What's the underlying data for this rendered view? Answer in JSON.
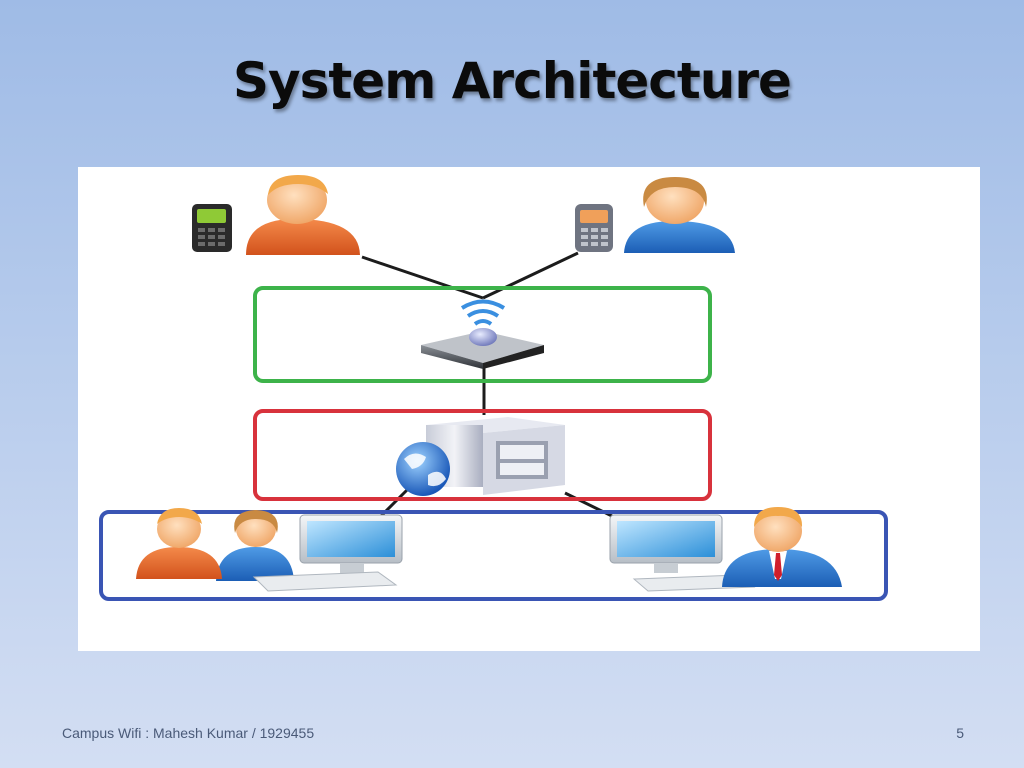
{
  "slide": {
    "title": "System Architecture",
    "footer": "Campus Wifi : Mahesh Kumar / 1929455",
    "page_number": "5"
  },
  "diagram": {
    "layers": [
      {
        "name": "wireless-access-layer",
        "border_color": "#3db34a"
      },
      {
        "name": "server-layer",
        "border_color": "#d8323c"
      },
      {
        "name": "client-layer",
        "border_color": "#3a55b4"
      }
    ],
    "icons": [
      "man-with-phone-icon",
      "woman-with-phone-icon",
      "wireless-access-point-icon",
      "web-server-icon",
      "two-users-at-computer-icon",
      "businessman-at-computer-icon"
    ]
  }
}
